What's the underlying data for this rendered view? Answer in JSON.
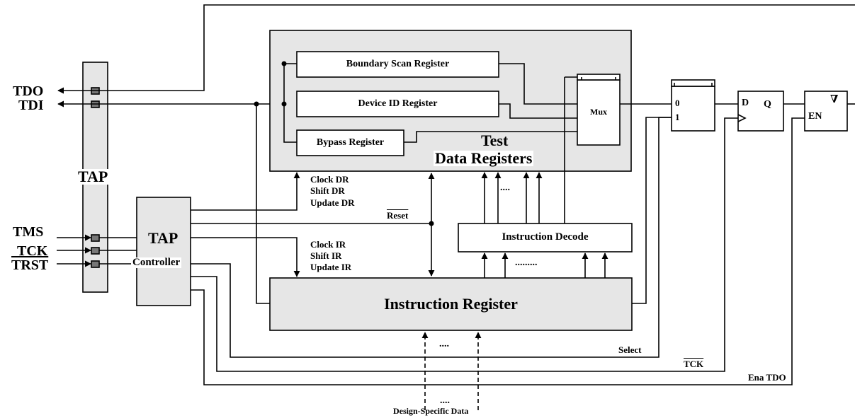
{
  "pins": {
    "tdo": "TDO",
    "tdi": "TDI",
    "tms": "TMS",
    "tck": "TCK",
    "trst": "TRST"
  },
  "tap_bar_label": "TAP",
  "tap_controller": {
    "title": "TAP",
    "subtitle": "Controller"
  },
  "test_data_registers": {
    "heading_line1": "Test",
    "heading_line2": "Data Registers",
    "boundary_scan": "Boundary Scan Register",
    "device_id": "Device ID Register",
    "bypass": "Bypass Register",
    "mux": "Mux"
  },
  "dr_signals": [
    "Clock DR",
    "Shift DR",
    "Update DR"
  ],
  "ir_signals": [
    "Clock IR",
    "Shift IR",
    "Update IR"
  ],
  "reset_label": "Reset",
  "instruction_decode": "Instruction Decode",
  "instruction_register": "Instruction Register",
  "ellipsis_short": "....",
  "ellipsis_long": ".........",
  "output_mux": {
    "input0": "0",
    "input1": "1"
  },
  "flip_flop": {
    "d": "D",
    "q": "Q"
  },
  "enable_buffer": {
    "en": "EN",
    "symbol": "∇"
  },
  "bottom_signals": {
    "select": "Select",
    "tck_inverted": "TCK",
    "ena_tdo": "Ena TDO"
  },
  "design_specific_data": "Design-Specific Data",
  "colors": {
    "block_fill": "#e6e6e6",
    "line": "#000000",
    "pin_fill": "#777777"
  }
}
